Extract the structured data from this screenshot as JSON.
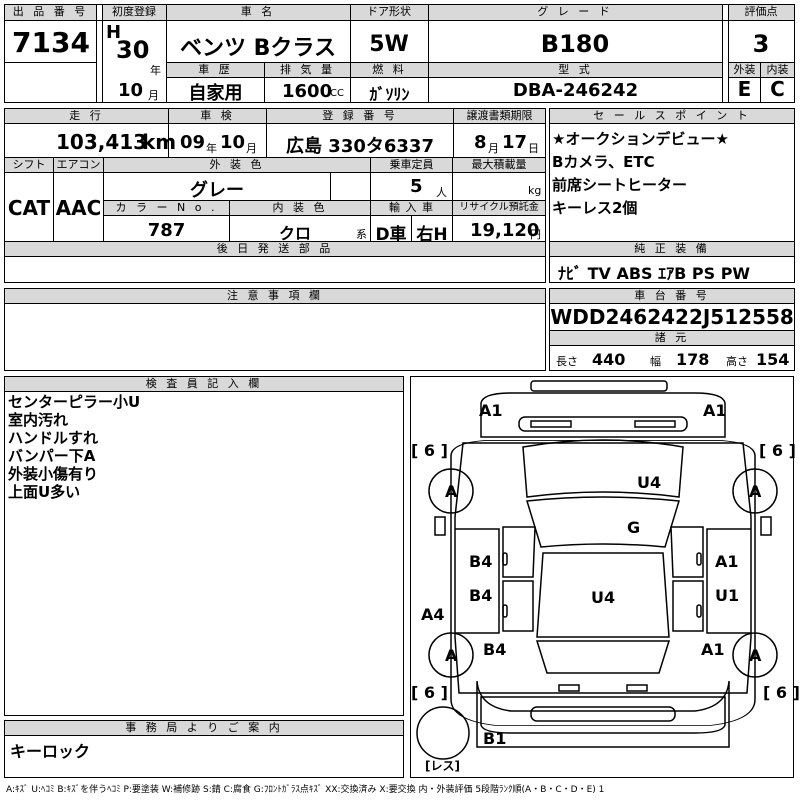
{
  "labels": {
    "lot_no": "出 品 番 号",
    "first_reg": "初度登録",
    "car_name": "車 名",
    "door": "ドア形状",
    "grade": "グ レ ー ド",
    "score": "評価点",
    "history": "車 歴",
    "displacement": "排 気 量",
    "fuel": "燃 料",
    "model": "型 式",
    "exterior": "外装",
    "interior": "内装",
    "mileage": "走 行",
    "inspection": "車 検",
    "reg_no": "登 録 番 号",
    "transfer": "譲渡書類期限",
    "sales_point": "セ ー ル ス ポ イ ン ト",
    "shift": "シフト",
    "aircon": "エアコン",
    "color": "外 装 色",
    "capacity": "乗車定員",
    "max_load": "最大積載量",
    "color_no": "カ ラ ー N o .",
    "int_color": "内 装 色",
    "import": "輸 入 車",
    "recycle": "リサイクル預託金",
    "later_parts": "後 日 発 送 部 品",
    "genuine_equip": "純 正 装 備",
    "notes": "注 意 事 項 欄",
    "chassis": "車 台 番 号",
    "specs": "諸 元",
    "inspector": "検 査 員 記 入 欄",
    "office": "事 務 局 よ り ご 案 内"
  },
  "vehicle": {
    "lot_no": "7134",
    "era": "H",
    "year": "30",
    "year_unit": "年",
    "month": "10",
    "month_unit": "月",
    "car_name": "ベンツ Bクラス",
    "door": "5W",
    "grade": "B180",
    "score": "3",
    "history": "自家用",
    "displacement": "1600",
    "displacement_unit": "CC",
    "fuel": "ｶﾞｿﾘﾝ",
    "model": "DBA-246242",
    "exterior_grade": "E",
    "interior_grade": "C",
    "mileage": "103,413",
    "mileage_unit": "km",
    "insp_year": "09",
    "insp_year_unit": "年",
    "insp_month": "10",
    "insp_month_unit": "月",
    "reg_no": "広島 330タ6337",
    "transfer_month": "8",
    "transfer_month_unit": "月",
    "transfer_day": "17",
    "transfer_day_unit": "日",
    "shift": "CAT",
    "aircon": "AAC",
    "color": "グレー",
    "capacity": "5",
    "capacity_unit": "人",
    "max_load_unit": "kg",
    "color_no": "787",
    "int_color": "クロ",
    "int_color_unit": "系",
    "import_type": "D車",
    "handle": "右H",
    "recycle": "19,120",
    "recycle_unit": "円",
    "chassis": "WDD2462422J512558",
    "length_label": "長さ",
    "length": "440",
    "width_label": "幅",
    "width": "178",
    "height_label": "高さ",
    "height": "154"
  },
  "sales_points": [
    "★オークションデビュー★",
    "Bカメラ、ETC",
    "前席シートヒーター",
    "キーレス2個"
  ],
  "equipment": "ﾅﾋﾞ  TV  ABS ｴｱB PS PW",
  "inspector_notes": [
    "センターピラー小U",
    "室内汚れ",
    "ハンドルすれ",
    "バンパー下A",
    "外装小傷有り",
    "上面U多い"
  ],
  "office_note": "キーロック",
  "diagram": {
    "marks": {
      "front_left": "A1",
      "front_right": "A1",
      "bracket_left_top": "[ 6 ]",
      "bracket_right_top": "[ 6 ]",
      "wheel_fl": "A",
      "wheel_fr": "A",
      "hood": "U4",
      "windshield": "G",
      "door_fl": "B4",
      "door_fr": "A1",
      "door_rl": "B4",
      "door_rr": "U1",
      "roof": "U4",
      "pillar_left": "A4",
      "wheel_rl": "A",
      "wheel_rr": "A",
      "quarter_rl": "B4",
      "quarter_rr": "A1",
      "bracket_left_bottom": "6",
      "bracket_right_bottom": "6",
      "rear": "B1",
      "spare": "[レス]"
    }
  },
  "legend": "A:ｷｽﾞ U:ﾍｺﾐ B:ｷｽﾞを伴うﾍｺﾐ P:要塗装 W:補修跡 S:錆 C:腐食 G:ﾌﾛﾝﾄｶﾞﾗｽ点ｷｽﾞ XX:交換済み X:要交換  内・外装評価  5段階ﾗﾝｸ順(A・B・C・D・E) 1"
}
